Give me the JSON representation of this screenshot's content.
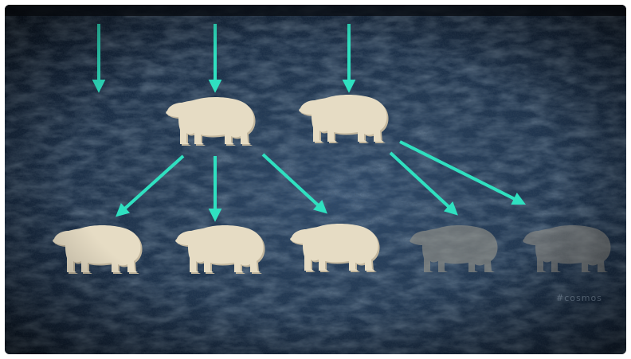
{
  "scene": {
    "background_color": "#1f3550",
    "arrow_color": "#2fe0c0",
    "bear_color": "#e6dcc4",
    "bear_shadow_color": "#c2b69d",
    "faded_bear_color": "#8a8a80"
  },
  "generations": {
    "ancestors": {
      "incoming_arrows": 3
    },
    "parents": [
      "bear",
      "bear"
    ],
    "offspring": [
      {
        "appearance": "white"
      },
      {
        "appearance": "white"
      },
      {
        "appearance": "white"
      },
      {
        "appearance": "faded"
      },
      {
        "appearance": "faded"
      }
    ]
  },
  "watermark": {
    "text": "#cosmos",
    "logo": true
  }
}
